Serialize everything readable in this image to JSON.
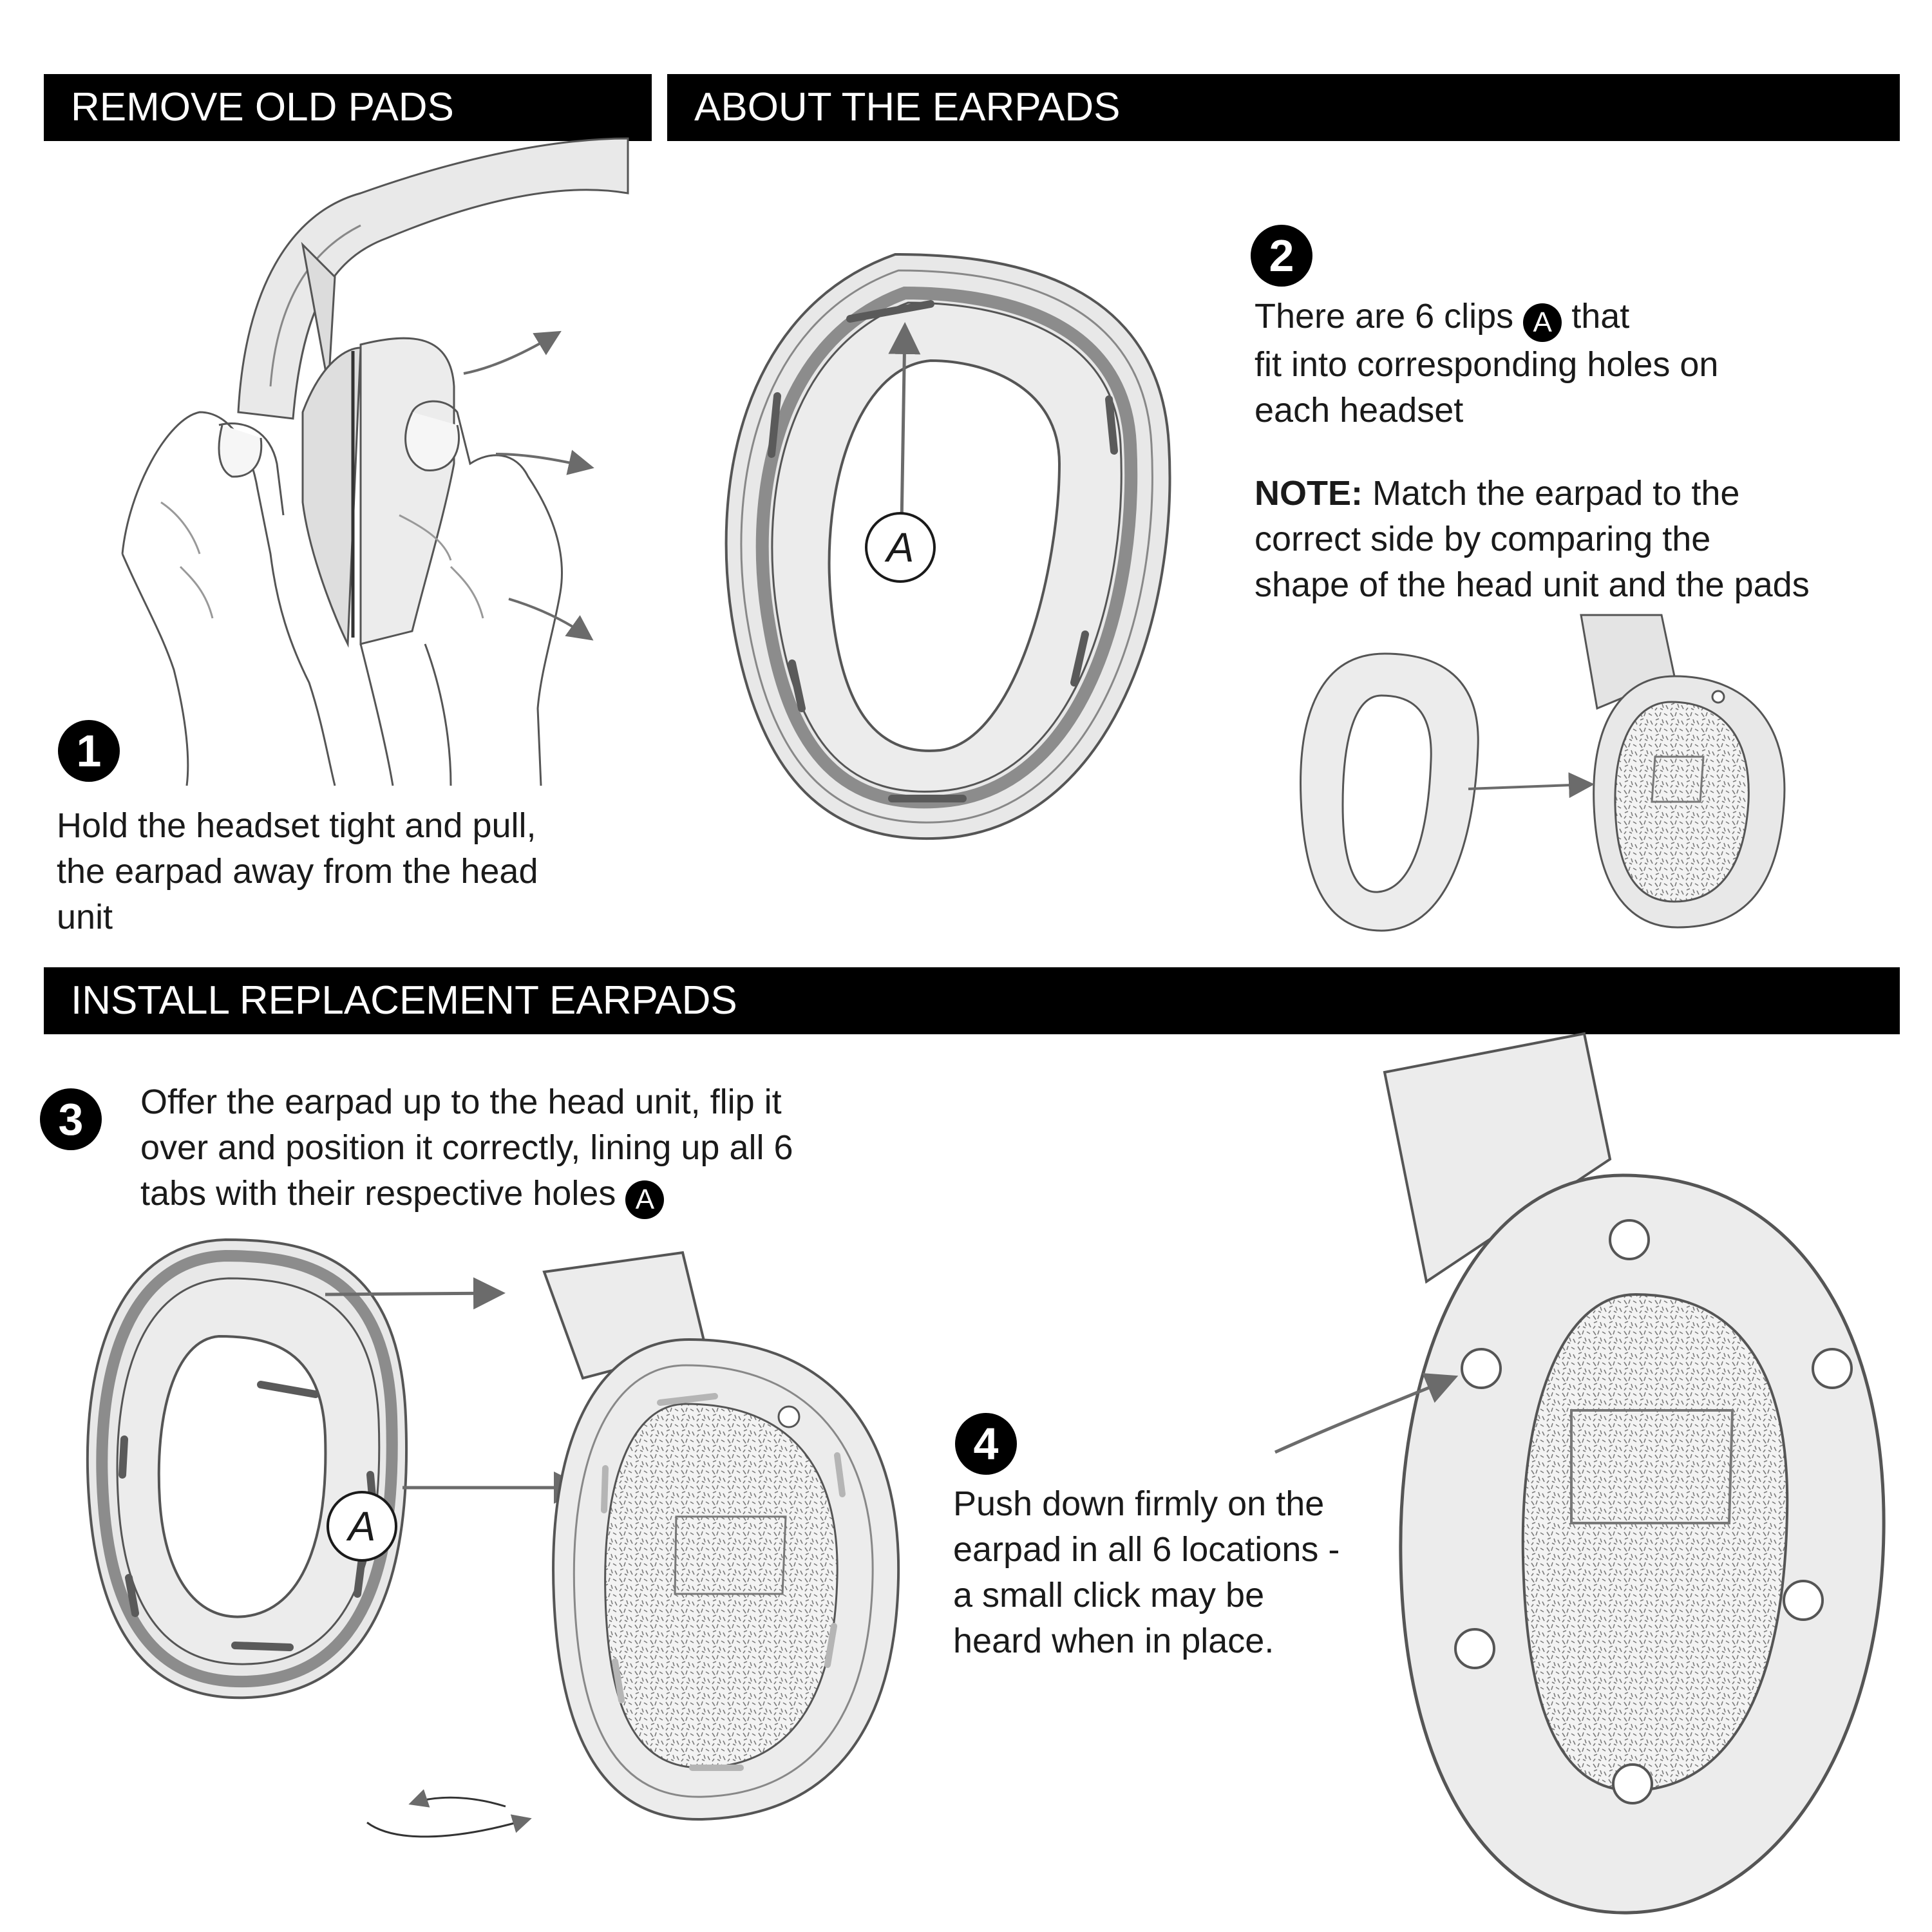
{
  "headers": {
    "remove": "REMOVE OLD PADS",
    "about": "ABOUT THE EARPADS",
    "install": "INSTALL REPLACEMENT EARPADS"
  },
  "steps": {
    "step1": {
      "number": "1",
      "lines": [
        "Hold the headset tight and pull,",
        "the earpad away from the head",
        "unit"
      ]
    },
    "step2": {
      "number": "2",
      "line1_before": "There are 6 clips",
      "clip_marker": "A",
      "line1_after": "that",
      "line2": "fit into corresponding holes on",
      "line3": "each headset",
      "note_label": "NOTE:",
      "note_line1": "Match the earpad to the",
      "note_line2": "correct side by comparing the",
      "note_line3": "shape of the head unit and the pads"
    },
    "step3": {
      "number": "3",
      "line1": "Offer the earpad up to the head unit, flip it",
      "line2": "over and position it correctly, lining up all 6",
      "line3_before": "tabs with their respective holes",
      "marker": "A"
    },
    "step4": {
      "number": "4",
      "lines": [
        "Push down firmly on the",
        "earpad in all 6 locations -",
        "a small click may be",
        "heard when in place."
      ]
    }
  },
  "callouts": {
    "earpad_clip": "A",
    "install_clip": "A"
  },
  "colors": {
    "header_bg": "#000000",
    "header_text": "#ffffff",
    "line_art": "#4a4a4a",
    "pad_fill": "#ededed",
    "clip_gray": "#8c8c8c",
    "arrow_gray": "#6b6b6b"
  }
}
